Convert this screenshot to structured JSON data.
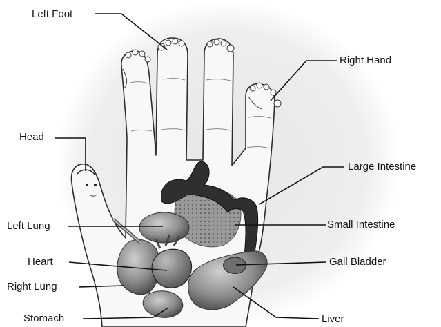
{
  "labels": {
    "left_foot": "Left Foot",
    "right_hand": "Right Hand",
    "head": "Head",
    "large_intestine": "Large Intestine",
    "left_lung": "Left Lung",
    "small_intestine": "Small Intestine",
    "heart": "Heart",
    "gall_bladder": "Gall Bladder",
    "right_lung": "Right Lung",
    "stomach": "Stomach",
    "liver": "Liver"
  },
  "colors": {
    "background_disc": "#ececec",
    "outline": "#2b2b2b",
    "skin": "#f7f7f7",
    "organ": "#8a8a8a",
    "organ_dark": "#3a3a3a",
    "leader_line": "#111111"
  }
}
